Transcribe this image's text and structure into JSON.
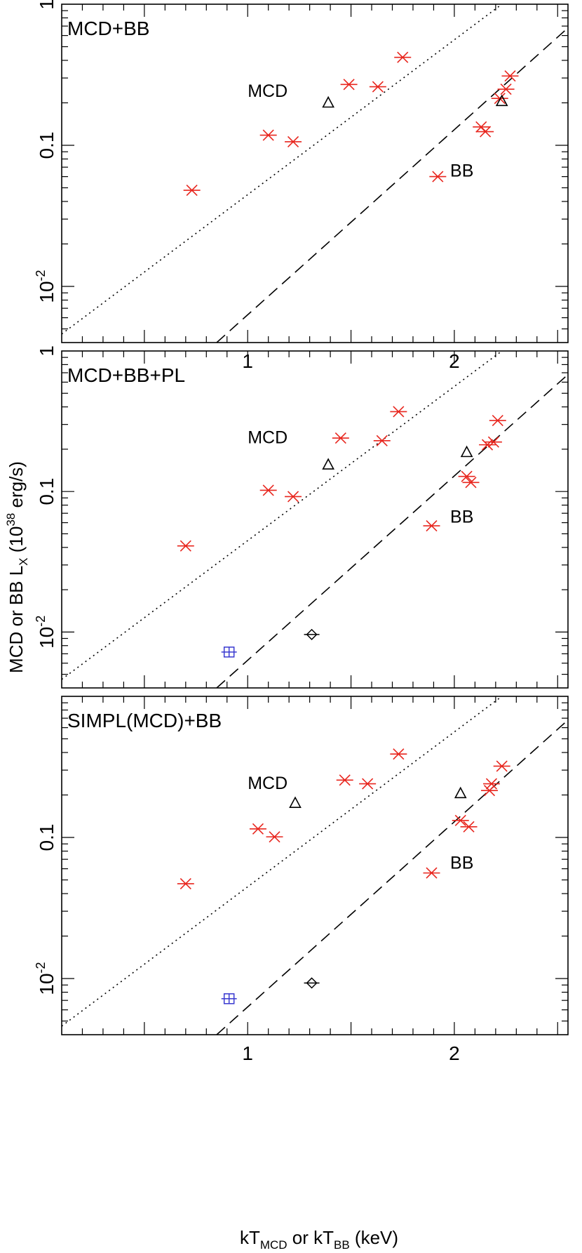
{
  "figure": {
    "xlabel": {
      "p1": "kT",
      "s1": "MCD",
      "p2": " or kT",
      "s2": "BB",
      "p3": " (keV)"
    },
    "ylabel": {
      "p1": "MCD or BB L",
      "s1": "X",
      "p2": " (10",
      "sup": "38",
      "p3": " erg/s)"
    }
  },
  "chart_data": [
    {
      "type": "scatter",
      "title": "MCD+BB",
      "xscale": "linear",
      "yscale": "log",
      "xlim": [
        0.1,
        2.55
      ],
      "ylim": [
        0.004,
        1.0
      ],
      "x_ticks": [
        {
          "value": 1,
          "label": "1"
        },
        {
          "value": 2,
          "label": "2"
        }
      ],
      "y_ticks": [
        {
          "value": 0.01,
          "label": "10",
          "sup": "-2"
        },
        {
          "value": 0.1,
          "label": "0.1",
          "sup": ""
        },
        {
          "value": 1,
          "label": "1",
          "sup": ""
        }
      ],
      "lines": [
        {
          "label": "MCD",
          "style": "dotted",
          "points": [
            [
              0.1,
              0.0046
            ],
            [
              2.23,
              1.0
            ]
          ],
          "label_at": [
            1.0,
            0.22
          ]
        },
        {
          "label": "BB",
          "style": "dashed",
          "points": [
            [
              0.85,
              0.004
            ],
            [
              2.55,
              0.68
            ]
          ],
          "label_at": [
            1.98,
            0.06
          ]
        }
      ],
      "series": [
        {
          "marker": "x",
          "color": "#e8261e",
          "points": [
            {
              "x": 0.73,
              "y": 0.048
            },
            {
              "x": 1.1,
              "y": 0.118
            },
            {
              "x": 1.22,
              "y": 0.106
            },
            {
              "x": 1.49,
              "y": 0.27
            },
            {
              "x": 1.63,
              "y": 0.26
            },
            {
              "x": 1.75,
              "y": 0.42
            },
            {
              "x": 1.92,
              "y": 0.06
            },
            {
              "x": 2.13,
              "y": 0.135
            },
            {
              "x": 2.15,
              "y": 0.125
            },
            {
              "x": 2.22,
              "y": 0.215
            },
            {
              "x": 2.25,
              "y": 0.25
            },
            {
              "x": 2.27,
              "y": 0.31
            }
          ]
        },
        {
          "marker": "triangle",
          "color": "#000000",
          "points": [
            {
              "x": 1.39,
              "y": 0.2
            },
            {
              "x": 2.23,
              "y": 0.205
            }
          ]
        }
      ]
    },
    {
      "type": "scatter",
      "title": "MCD+BB+PL",
      "xscale": "linear",
      "yscale": "log",
      "xlim": [
        0.1,
        2.55
      ],
      "ylim": [
        0.004,
        1.0
      ],
      "x_ticks": [
        {
          "value": 1,
          "label": ""
        },
        {
          "value": 2,
          "label": ""
        }
      ],
      "y_ticks": [
        {
          "value": 0.01,
          "label": "10",
          "sup": "-2"
        },
        {
          "value": 0.1,
          "label": "0.1",
          "sup": ""
        },
        {
          "value": 1,
          "label": "1",
          "sup": ""
        }
      ],
      "lines": [
        {
          "label": "MCD",
          "style": "dotted",
          "points": [
            [
              0.1,
              0.0046
            ],
            [
              2.23,
              1.0
            ]
          ],
          "label_at": [
            1.0,
            0.22
          ]
        },
        {
          "label": "BB",
          "style": "dashed",
          "points": [
            [
              0.85,
              0.004
            ],
            [
              2.55,
              0.68
            ]
          ],
          "label_at": [
            1.98,
            0.06
          ]
        }
      ],
      "series": [
        {
          "marker": "x",
          "color": "#e8261e",
          "points": [
            {
              "x": 0.7,
              "y": 0.041
            },
            {
              "x": 1.1,
              "y": 0.102
            },
            {
              "x": 1.22,
              "y": 0.092
            },
            {
              "x": 1.45,
              "y": 0.24
            },
            {
              "x": 1.65,
              "y": 0.23
            },
            {
              "x": 1.73,
              "y": 0.37
            },
            {
              "x": 1.89,
              "y": 0.057
            },
            {
              "x": 2.06,
              "y": 0.128
            },
            {
              "x": 2.08,
              "y": 0.116
            },
            {
              "x": 2.16,
              "y": 0.215
            },
            {
              "x": 2.19,
              "y": 0.225
            },
            {
              "x": 2.21,
              "y": 0.32
            }
          ]
        },
        {
          "marker": "triangle",
          "color": "#000000",
          "points": [
            {
              "x": 1.39,
              "y": 0.155
            },
            {
              "x": 2.06,
              "y": 0.19
            }
          ]
        },
        {
          "marker": "square",
          "color": "#3a3ad0",
          "points": [
            {
              "x": 0.91,
              "y": 0.0072
            }
          ]
        },
        {
          "marker": "diamond",
          "color": "#000000",
          "points": [
            {
              "x": 1.31,
              "y": 0.0096
            }
          ]
        }
      ]
    },
    {
      "type": "scatter",
      "title": "SIMPL(MCD)+BB",
      "xscale": "linear",
      "yscale": "log",
      "xlim": [
        0.1,
        2.55
      ],
      "ylim": [
        0.004,
        1.0
      ],
      "x_ticks": [
        {
          "value": 1,
          "label": "1"
        },
        {
          "value": 2,
          "label": "2"
        }
      ],
      "y_ticks": [
        {
          "value": 0.01,
          "label": "10",
          "sup": "-2"
        },
        {
          "value": 0.1,
          "label": "0.1",
          "sup": ""
        }
      ],
      "lines": [
        {
          "label": "MCD",
          "style": "dotted",
          "points": [
            [
              0.1,
              0.0046
            ],
            [
              2.23,
              1.0
            ]
          ],
          "label_at": [
            1.0,
            0.22
          ]
        },
        {
          "label": "BB",
          "style": "dashed",
          "points": [
            [
              0.85,
              0.004
            ],
            [
              2.55,
              0.68
            ]
          ],
          "label_at": [
            1.98,
            0.06
          ]
        }
      ],
      "series": [
        {
          "marker": "x",
          "color": "#e8261e",
          "points": [
            {
              "x": 0.7,
              "y": 0.047
            },
            {
              "x": 1.05,
              "y": 0.115
            },
            {
              "x": 1.13,
              "y": 0.101
            },
            {
              "x": 1.47,
              "y": 0.255
            },
            {
              "x": 1.58,
              "y": 0.24
            },
            {
              "x": 1.73,
              "y": 0.39
            },
            {
              "x": 1.89,
              "y": 0.056
            },
            {
              "x": 2.03,
              "y": 0.132
            },
            {
              "x": 2.07,
              "y": 0.119
            },
            {
              "x": 2.17,
              "y": 0.215
            },
            {
              "x": 2.18,
              "y": 0.24
            },
            {
              "x": 2.23,
              "y": 0.32
            }
          ]
        },
        {
          "marker": "triangle",
          "color": "#000000",
          "points": [
            {
              "x": 1.23,
              "y": 0.175
            },
            {
              "x": 2.03,
              "y": 0.205
            }
          ]
        },
        {
          "marker": "square",
          "color": "#3a3ad0",
          "points": [
            {
              "x": 0.91,
              "y": 0.0072
            }
          ]
        },
        {
          "marker": "diamond",
          "color": "#000000",
          "points": [
            {
              "x": 1.31,
              "y": 0.0093
            }
          ]
        }
      ]
    }
  ]
}
